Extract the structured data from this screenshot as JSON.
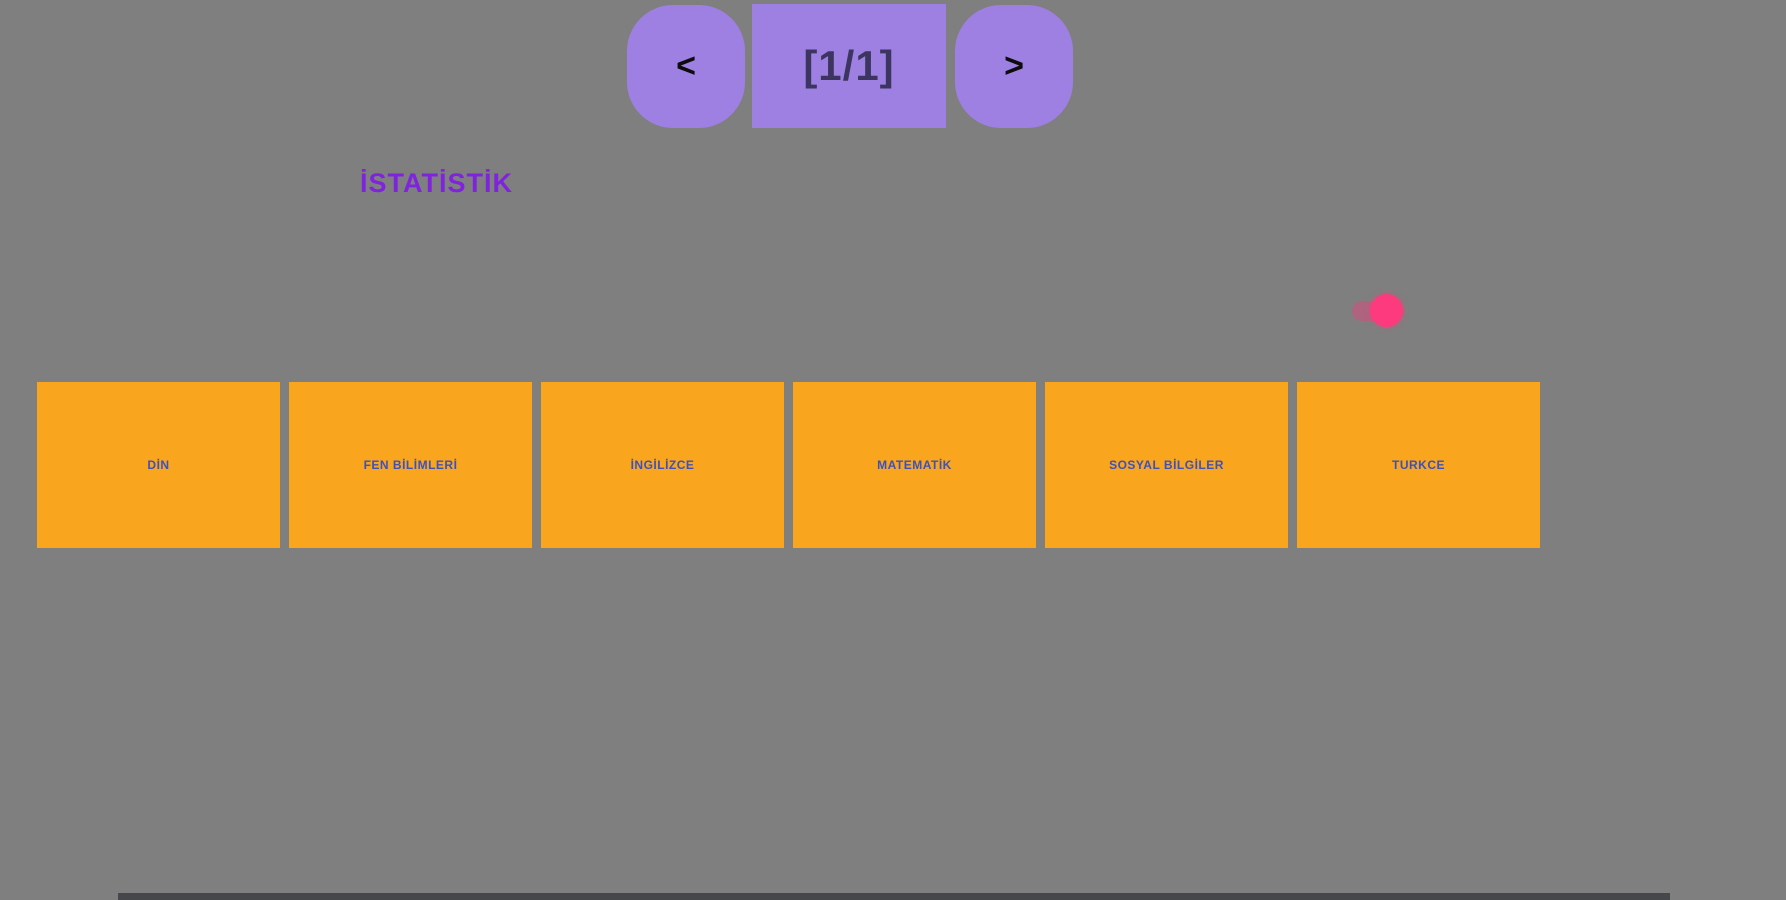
{
  "pager": {
    "prev_label": "<",
    "indicator": "[1/1]",
    "next_label": ">"
  },
  "title": "İSTATİSTİK",
  "subjects": [
    "DİN",
    "FEN BİLİMLERİ",
    "İNGİLİZCE",
    "MATEMATİK",
    "SOSYAL BİLGİLER",
    "TURKCE"
  ],
  "colors": {
    "background": "#7f7f7f",
    "pager_purple": "#9d80e2",
    "pager_text": "#3c3560",
    "title_purple": "#8023de",
    "card_orange": "#f9a51d",
    "card_label_blue": "#3d51bd",
    "toggle_pink": "#fd3a7e",
    "bottom_bar": "#45474b"
  }
}
